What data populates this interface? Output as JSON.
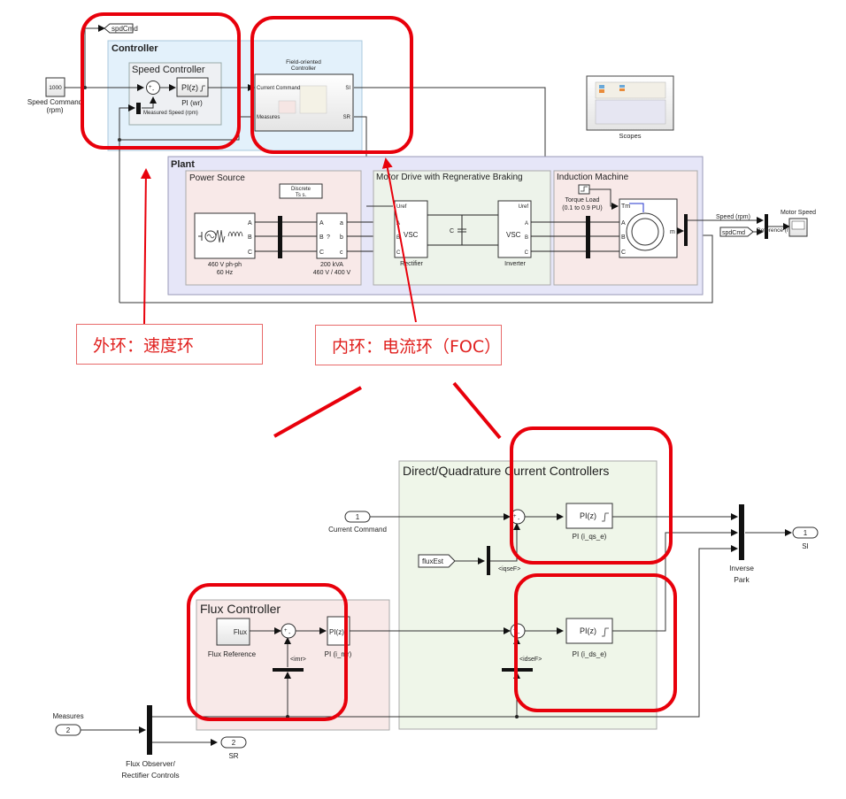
{
  "top_model": {
    "goto_tag": "spdCmd",
    "speed_command": {
      "value": "1000",
      "label_line1": "Speed Command",
      "label_line2": "(rpm)"
    },
    "controller": {
      "title": "Controller",
      "speed_controller": {
        "title": "Speed Controller",
        "pi_block": "PI(z)",
        "pi_label": "PI (wr)",
        "measured_label": "Measured Speed (rpm)"
      },
      "foc": {
        "title_line1": "Field-oriented",
        "title_line2": "Controller",
        "in1": "Current Command",
        "in2": "Measures",
        "out1": "SI",
        "out2": "SR"
      }
    },
    "scopes": {
      "label": "Scopes"
    },
    "plant": {
      "title": "Plant",
      "power_source": {
        "title": "Power Source",
        "powergui_line1": "Discrete",
        "powergui_line2": "Ts s.",
        "source_label_line1": "460 V ph-ph",
        "source_label_line2": "60 Hz",
        "ports": [
          "A",
          "B",
          "C"
        ],
        "transformer_label_line1": "200 kVA",
        "transformer_label_line2": "460 V / 400 V",
        "transformer_in": [
          "A",
          "B",
          "C"
        ],
        "transformer_out": [
          "a",
          "b",
          "c"
        ],
        "transformer_mid": "?"
      },
      "motor_drive": {
        "title": "Motor Drive with Regnerative Braking",
        "rectifier": {
          "label": "Rectifier",
          "glyph": "VSC",
          "uref": "Uref",
          "ports": [
            "A",
            "B",
            "C"
          ]
        },
        "capacitor": "C",
        "inverter": {
          "label": "Inverter",
          "glyph": "VSC",
          "uref": "Uref",
          "ports": [
            "A",
            "B",
            "C"
          ]
        }
      },
      "induction_machine": {
        "title": "Induction Machine",
        "torque_load_line1": "Torque Load",
        "torque_load_line2": "(0.1 to 0.9 PU)",
        "tm": "Tm",
        "ports": [
          "A",
          "B",
          "C"
        ],
        "m_port": "m"
      }
    },
    "speed_signal": "Speed (rpm)",
    "from_tag": "spdCmd",
    "reference_label": "Reference (rpm)",
    "motor_speed_scope": "Motor Speed"
  },
  "annotations": {
    "outer_loop": "外环：速度环",
    "inner_loop": "内环：电流环（FOC）",
    "color": "#e8000b"
  },
  "foc_subsystem": {
    "dq_area": {
      "title": "Direct/Quadrature Current Controllers"
    },
    "inport_current": {
      "number": "1",
      "label": "Current Command"
    },
    "flux_est": "fluxEst",
    "iqse_label": "<iqseF>",
    "pi_q": {
      "block": "PI(z)",
      "label": "PI (i_qs_e)"
    },
    "pi_d": {
      "block": "PI(z)",
      "label": "PI (i_ds_e)"
    },
    "idse_label": "<idseF>",
    "inverse_park": {
      "line1": "Inverse",
      "line2": "Park"
    },
    "outport_si": {
      "number": "1",
      "label": "SI"
    },
    "flux_controller": {
      "title": "Flux Controller",
      "flux_ref_block": "Flux",
      "flux_ref_label": "Flux Reference",
      "pi_block": "PI(z)",
      "pi_label": "PI (i_mr)",
      "imr_label": "<imr>"
    },
    "inport_measures": {
      "number": "2",
      "label": "Measures"
    },
    "flux_observer": {
      "line1": "Flux Observer/",
      "line2": "Rectifier Controls"
    },
    "outport_sr": {
      "number": "2",
      "label": "SR"
    }
  }
}
